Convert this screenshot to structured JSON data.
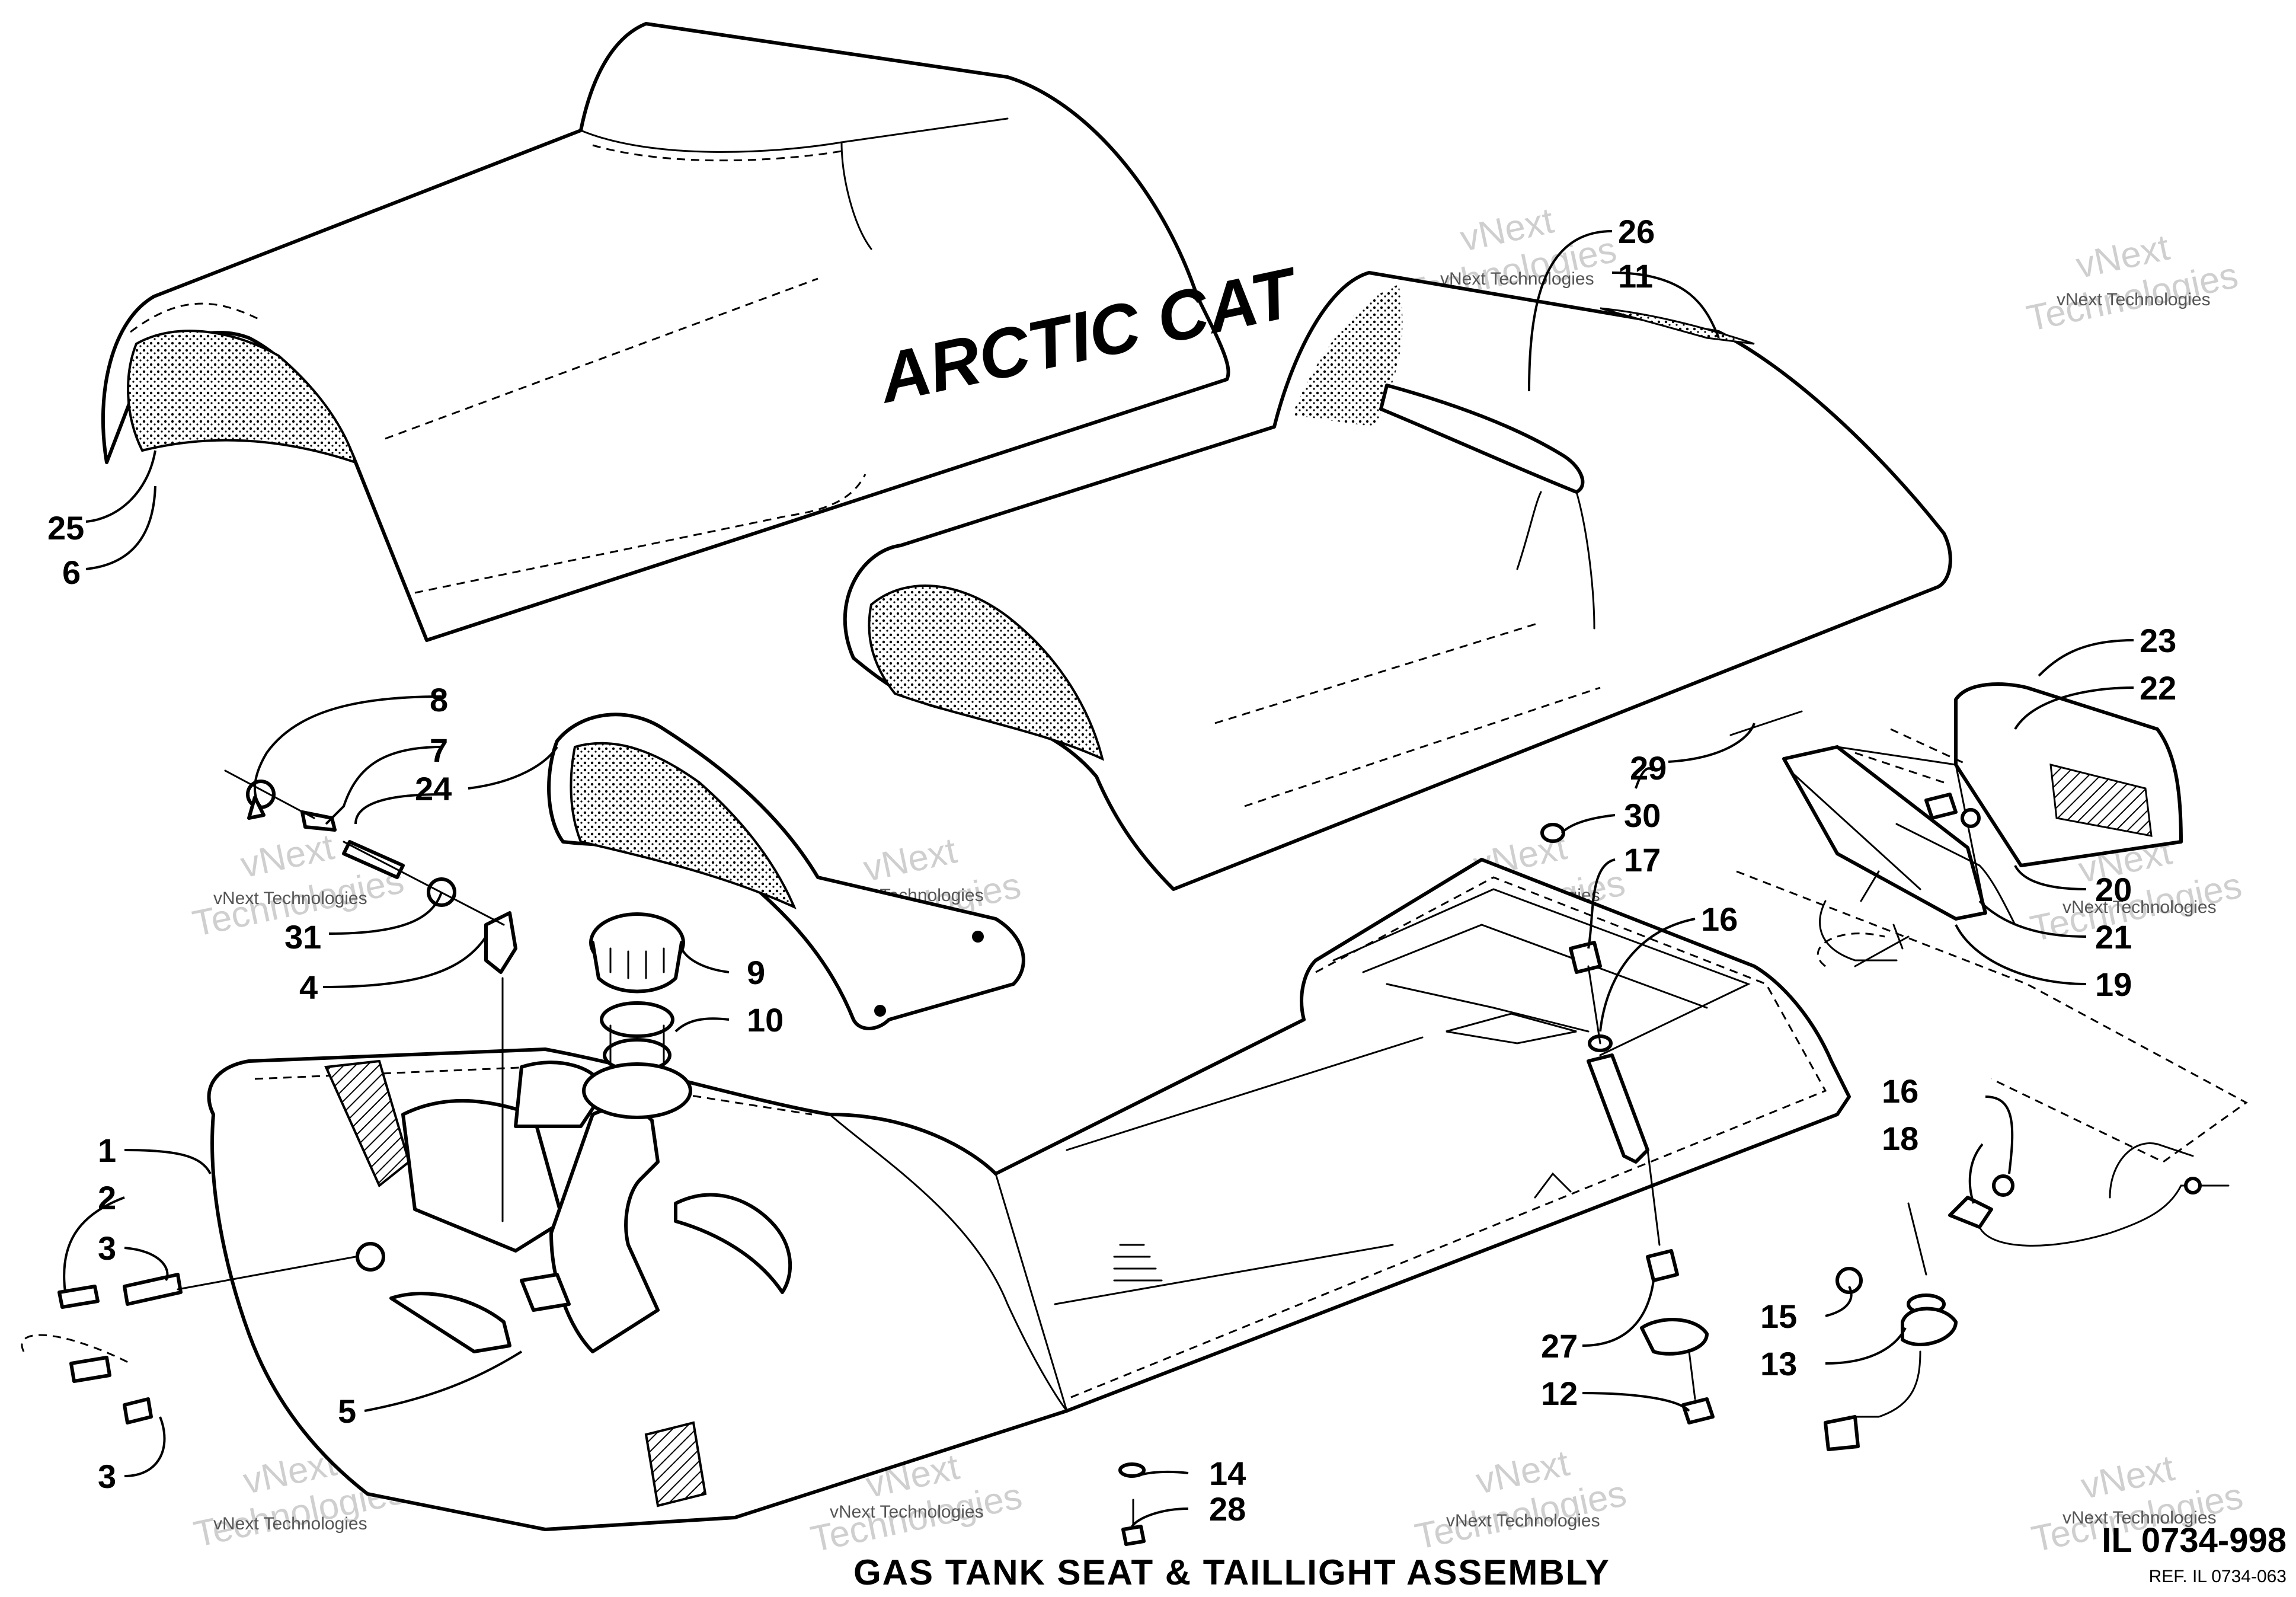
{
  "brand_text": "ARCTIC CAT",
  "watermark": {
    "line1": "vNext",
    "line2": "Technologies",
    "small": "vNext Technologies"
  },
  "title": "GAS TANK SEAT & TAILLIGHT ASSEMBLY",
  "illustration_number": "IL 0734-998",
  "reference": "REF. IL 0734-063",
  "callouts": {
    "c1": "1",
    "c2": "2",
    "c3a": "3",
    "c3b": "3",
    "c4": "4",
    "c5": "5",
    "c6": "6",
    "c7": "7",
    "c8": "8",
    "c9": "9",
    "c10": "10",
    "c11": "11",
    "c12": "12",
    "c13": "13",
    "c14": "14",
    "c15": "15",
    "c16a": "16",
    "c16b": "16",
    "c17": "17",
    "c18": "18",
    "c19": "19",
    "c20": "20",
    "c21": "21",
    "c22": "22",
    "c23": "23",
    "c24": "24",
    "c25": "25",
    "c26": "26",
    "c27": "27",
    "c28": "28",
    "c29": "29",
    "c30": "30",
    "c31": "31"
  }
}
